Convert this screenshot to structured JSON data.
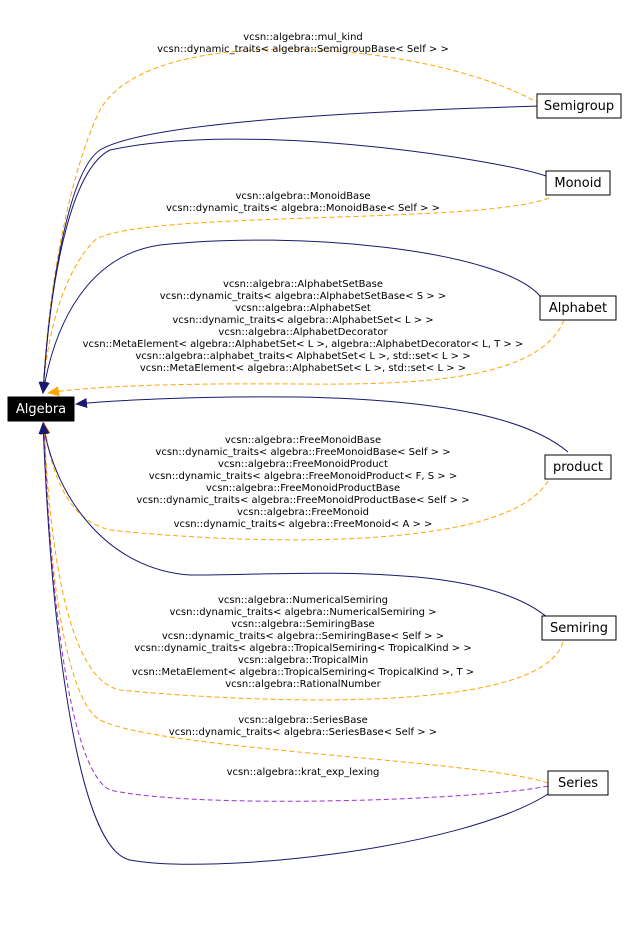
{
  "colors": {
    "inheritance": "#191970",
    "template": "#ffa500",
    "usage": "#9a32cd"
  },
  "root": {
    "id": "algebra",
    "label": "Algebra"
  },
  "nodes": [
    {
      "id": "semigroup",
      "label": "Semigroup"
    },
    {
      "id": "monoid",
      "label": "Monoid"
    },
    {
      "id": "alphabet",
      "label": "Alphabet"
    },
    {
      "id": "product",
      "label": "product"
    },
    {
      "id": "semiring",
      "label": "Semiring"
    },
    {
      "id": "series",
      "label": "Series"
    }
  ],
  "edge_labels": {
    "semigroup": [
      "vcsn::algebra::mul_kind",
      "vcsn::dynamic_traits< algebra::SemigroupBase< Self > >"
    ],
    "monoid": [
      "vcsn::algebra::MonoidBase",
      "vcsn::dynamic_traits< algebra::MonoidBase< Self > >"
    ],
    "alphabet": [
      "vcsn::algebra::AlphabetSetBase",
      "vcsn::dynamic_traits< algebra::AlphabetSetBase< S > >",
      "vcsn::algebra::AlphabetSet",
      "vcsn::dynamic_traits< algebra::AlphabetSet< L > >",
      "vcsn::algebra::AlphabetDecorator",
      "vcsn::MetaElement< algebra::AlphabetSet< L >, algebra::AlphabetDecorator< L, T > >",
      "vcsn::algebra::alphabet_traits< AlphabetSet< L >, std::set< L > >",
      "vcsn::MetaElement< algebra::AlphabetSet< L >, std::set< L > >"
    ],
    "product": [
      "vcsn::algebra::FreeMonoidBase",
      "vcsn::dynamic_traits< algebra::FreeMonoidBase< Self > >",
      "vcsn::algebra::FreeMonoidProduct",
      "vcsn::dynamic_traits< algebra::FreeMonoidProduct< F, S > >",
      "vcsn::algebra::FreeMonoidProductBase",
      "vcsn::dynamic_traits< algebra::FreeMonoidProductBase< Self > >",
      "vcsn::algebra::FreeMonoid",
      "vcsn::dynamic_traits< algebra::FreeMonoid< A > >"
    ],
    "semiring": [
      "vcsn::algebra::NumericalSemiring",
      "vcsn::dynamic_traits< algebra::NumericalSemiring >",
      "vcsn::algebra::SemiringBase",
      "vcsn::dynamic_traits< algebra::SemiringBase< Self > >",
      "vcsn::dynamic_traits< algebra::TropicalSemiring< TropicalKind > >",
      "vcsn::algebra::TropicalMin",
      "vcsn::MetaElement< algebra::TropicalSemiring< TropicalKind >, T >",
      "vcsn::algebra::RationalNumber"
    ],
    "series": [
      "vcsn::algebra::SeriesBase",
      "vcsn::dynamic_traits< algebra::SeriesBase< Self > >"
    ],
    "series_usage": [
      "vcsn::algebra::krat_exp_lexing"
    ]
  }
}
